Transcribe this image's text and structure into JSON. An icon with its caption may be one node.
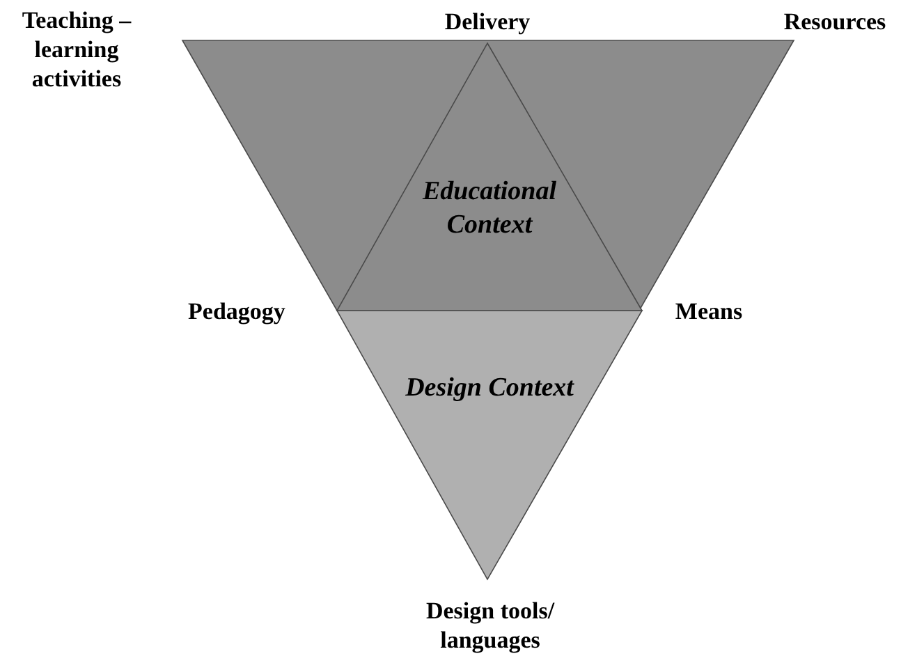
{
  "diagram": {
    "nodes": [
      {
        "text": [],
        "shape": "trapezoid"
      },
      {
        "text": [
          "Educational Context"
        ],
        "in": 0
      },
      {
        "text": [
          "Design Context"
        ]
      }
    ],
    "labels": [
      "Teaching – learning activities",
      "Delivery",
      "Resources",
      "Pedagogy",
      "Means",
      "Design tools/ languages"
    ]
  }
}
